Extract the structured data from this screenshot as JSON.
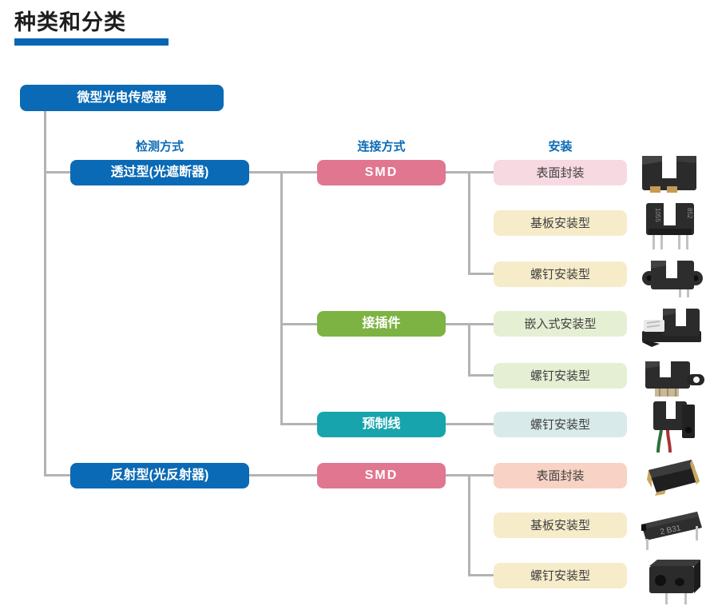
{
  "title": "种类和分类",
  "colors": {
    "accent_blue": "#0a6ab5",
    "underline_blue": "#0665b4",
    "line_gray": "#b3b3b3",
    "pink": "#e0768f",
    "green": "#7cb342",
    "teal": "#17a4ac",
    "light_pink": "#f7d9e2",
    "cream": "#f6ecca",
    "light_green": "#e5efd3",
    "light_teal": "#d8eaea",
    "salmon": "#f8d3c5"
  },
  "diagram": {
    "root": "微型光电传感器",
    "headers": [
      "检测方式",
      "连接方式",
      "安装"
    ],
    "branches": [
      {
        "detection": "透过型(光遮断器)",
        "connections": [
          {
            "type": "SMD",
            "mounts": [
              "表面封装",
              "基板安装型",
              "螺钉安装型"
            ]
          },
          {
            "type": "接插件",
            "mounts": [
              "嵌入式安装型",
              "螺钉安装型"
            ]
          },
          {
            "type": "预制线",
            "mounts": [
              "螺钉安装型"
            ]
          }
        ]
      },
      {
        "detection": "反射型(光反射器)",
        "connections": [
          {
            "type": "SMD",
            "mounts": [
              "表面封装",
              "基板安装型",
              "螺钉安装型"
            ]
          }
        ]
      }
    ]
  },
  "photos": [
    {
      "name": "slot-sensor-smd"
    },
    {
      "name": "slot-sensor-board-mount",
      "marking_left": "1055",
      "marking_right": "852"
    },
    {
      "name": "slot-sensor-screw-mount"
    },
    {
      "name": "connector-flush-mount"
    },
    {
      "name": "connector-screw-mount"
    },
    {
      "name": "pre-wired-screw-mount"
    },
    {
      "name": "reflective-smd"
    },
    {
      "name": "reflective-board-mount",
      "marking": "2 B31"
    },
    {
      "name": "reflective-screw-mount"
    }
  ]
}
